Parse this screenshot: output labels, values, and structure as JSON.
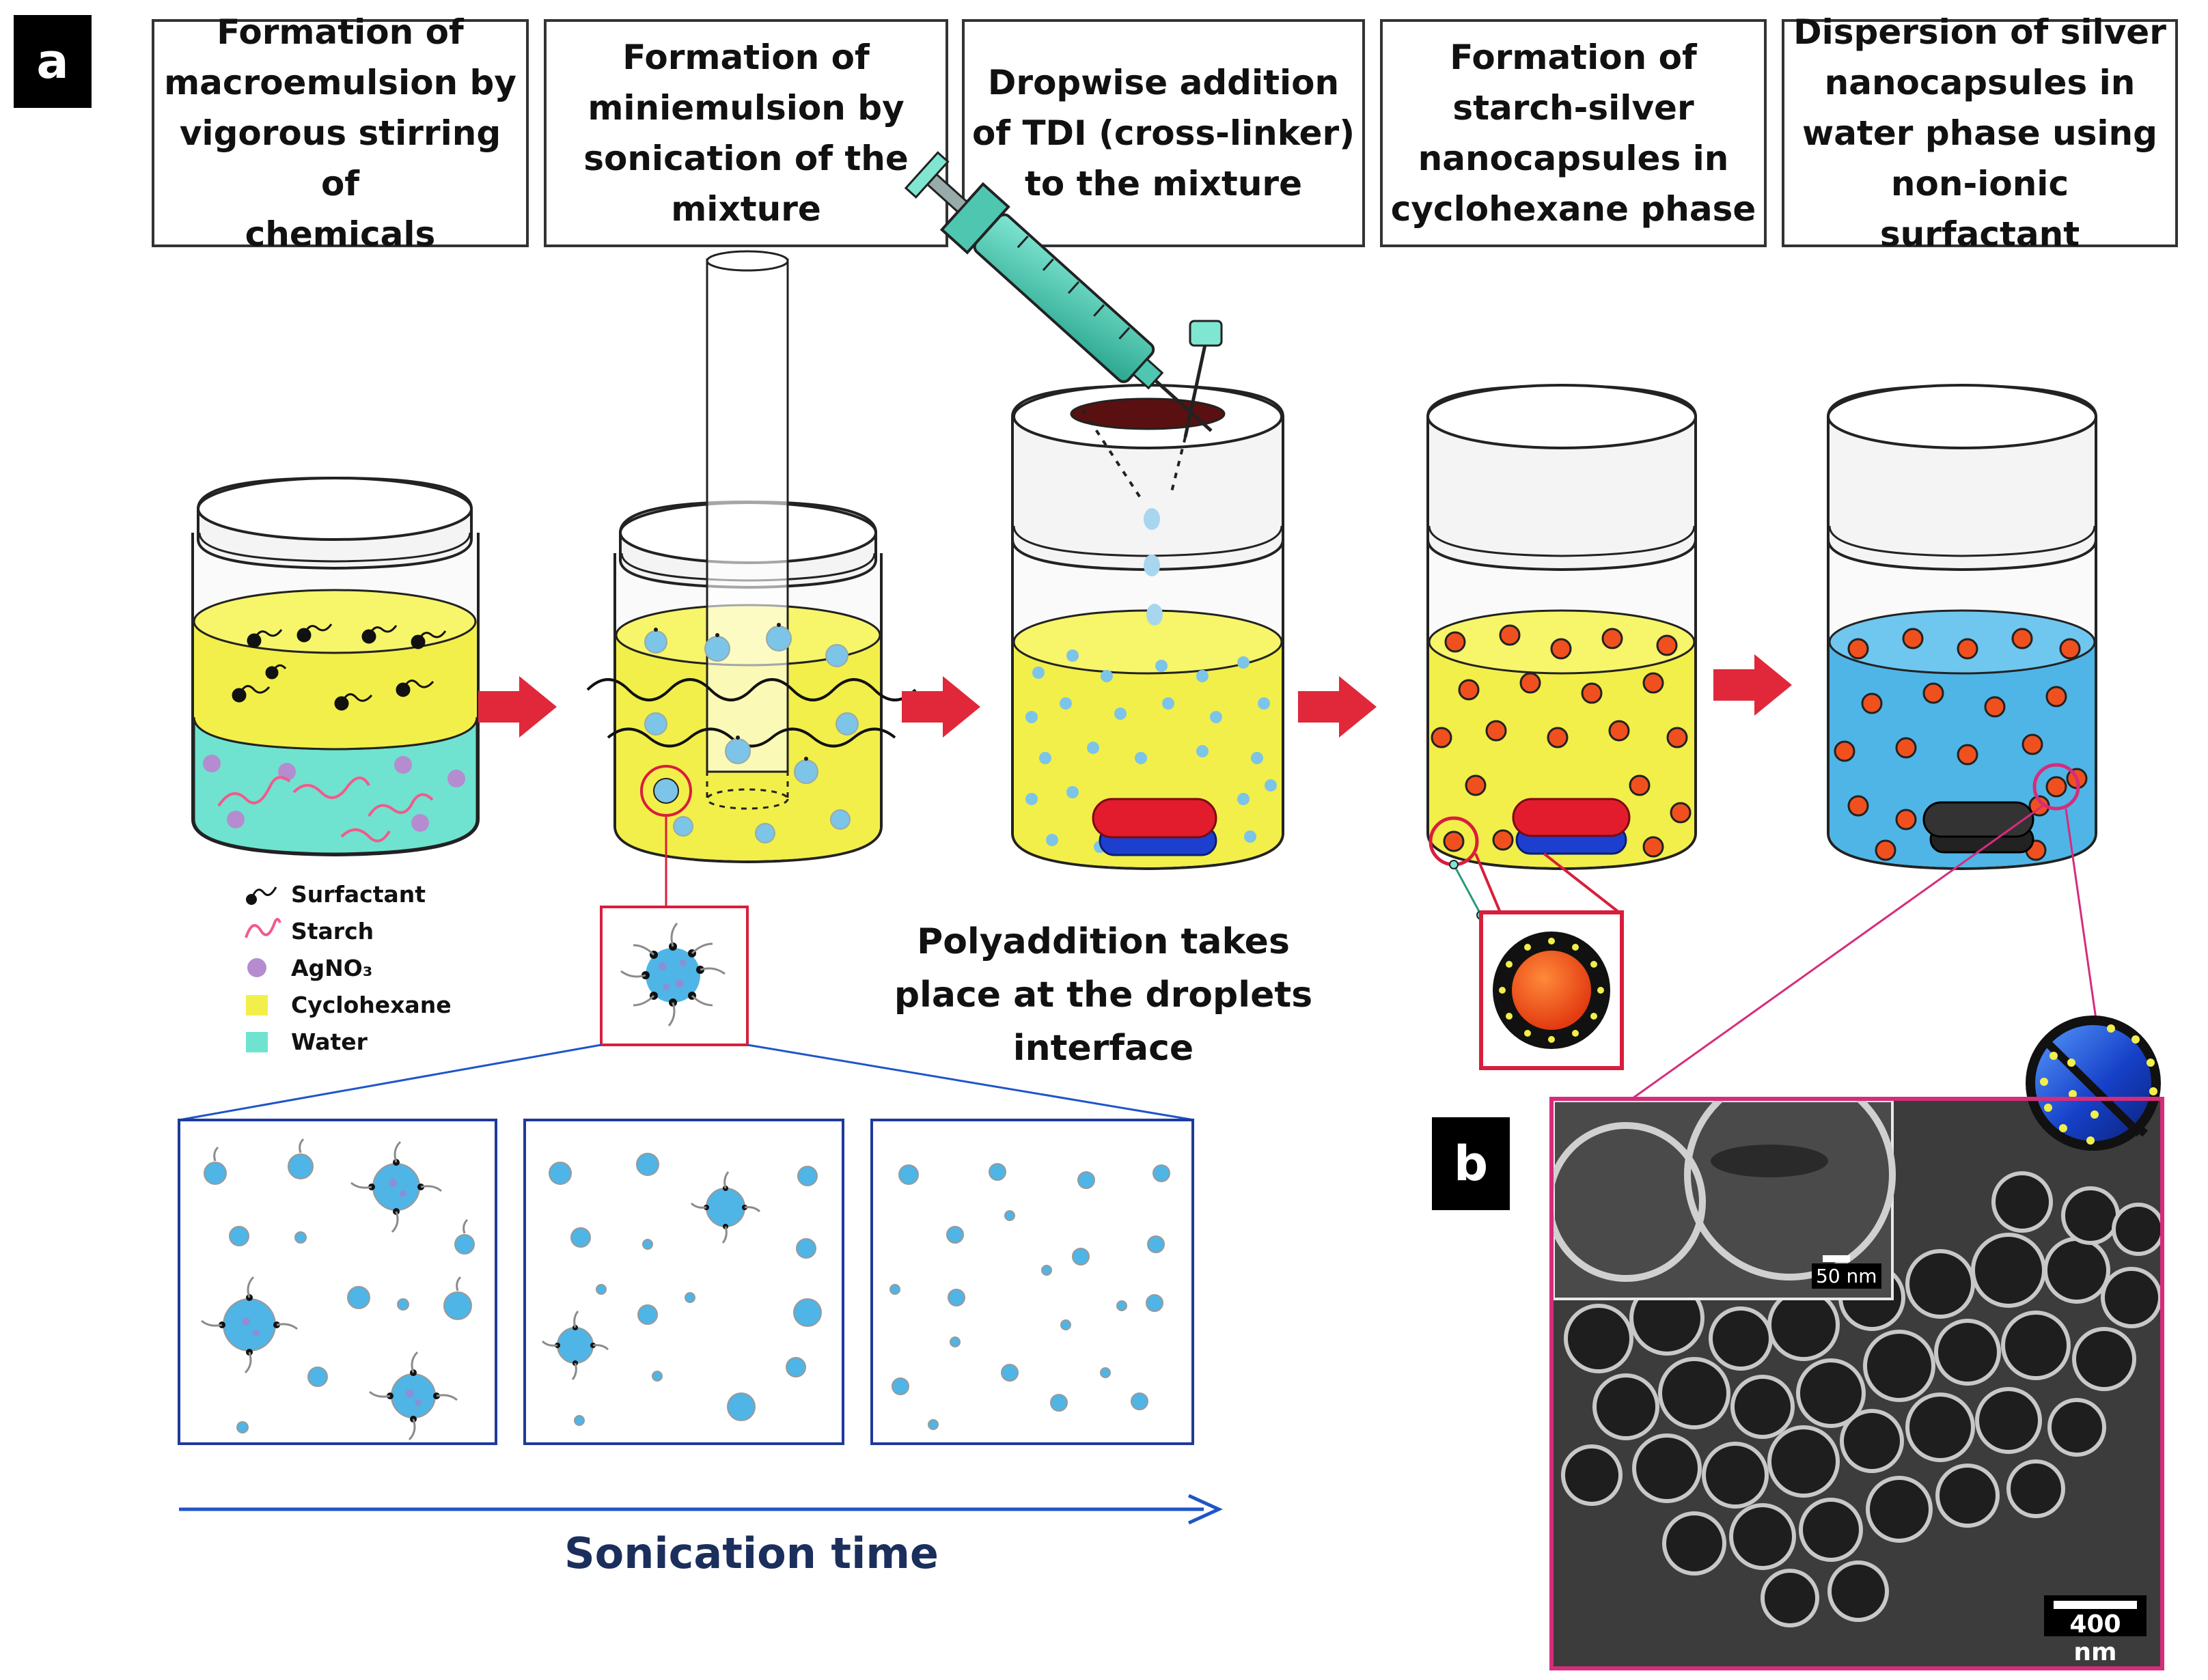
{
  "panels": {
    "a": "a",
    "b": "b"
  },
  "steps": [
    {
      "lines": [
        "Formation of",
        "macroemulsion by",
        "vigorous stirring of",
        "chemicals"
      ]
    },
    {
      "lines": [
        "Formation of",
        "miniemulsion by",
        "sonication of the",
        "mixture"
      ]
    },
    {
      "lines": [
        "Dropwise addition",
        "of TDI (cross-linker)",
        "to the mixture"
      ]
    },
    {
      "lines": [
        "Formation  of",
        "starch-silver",
        "nanocapsules in",
        "cyclohexane phase"
      ]
    },
    {
      "lines": [
        "Dispersion of silver",
        "nanocapsules in",
        "water phase using",
        "non-ionic surfactant"
      ]
    }
  ],
  "legend": [
    {
      "label": "Surfactant",
      "icon": "surfactant-icon"
    },
    {
      "label": "Starch",
      "icon": "starch-icon"
    },
    {
      "label": "AgNO₃",
      "icon": "agno3-dot-icon"
    },
    {
      "label": "Cyclohexane",
      "icon": "cyclohexane-swatch"
    },
    {
      "label": "Water",
      "icon": "water-swatch"
    }
  ],
  "polyaddition": [
    "Polyaddition takes",
    "place at the droplets",
    "interface"
  ],
  "sonication_label": "Sonication time",
  "sem": {
    "scale_main": "400 nm",
    "scale_inset": "50 nm"
  },
  "colors": {
    "cyclohexane": "#f2ef4a",
    "water_layer": "#6fe3cf",
    "water_phase": "#4fb5e6",
    "nanocapsule": "#f0501e",
    "droplet": "#7cc4e8",
    "arrow": "#e0283a",
    "sem_border": "#d62c7a",
    "time_arrow": "#1f55c8"
  }
}
